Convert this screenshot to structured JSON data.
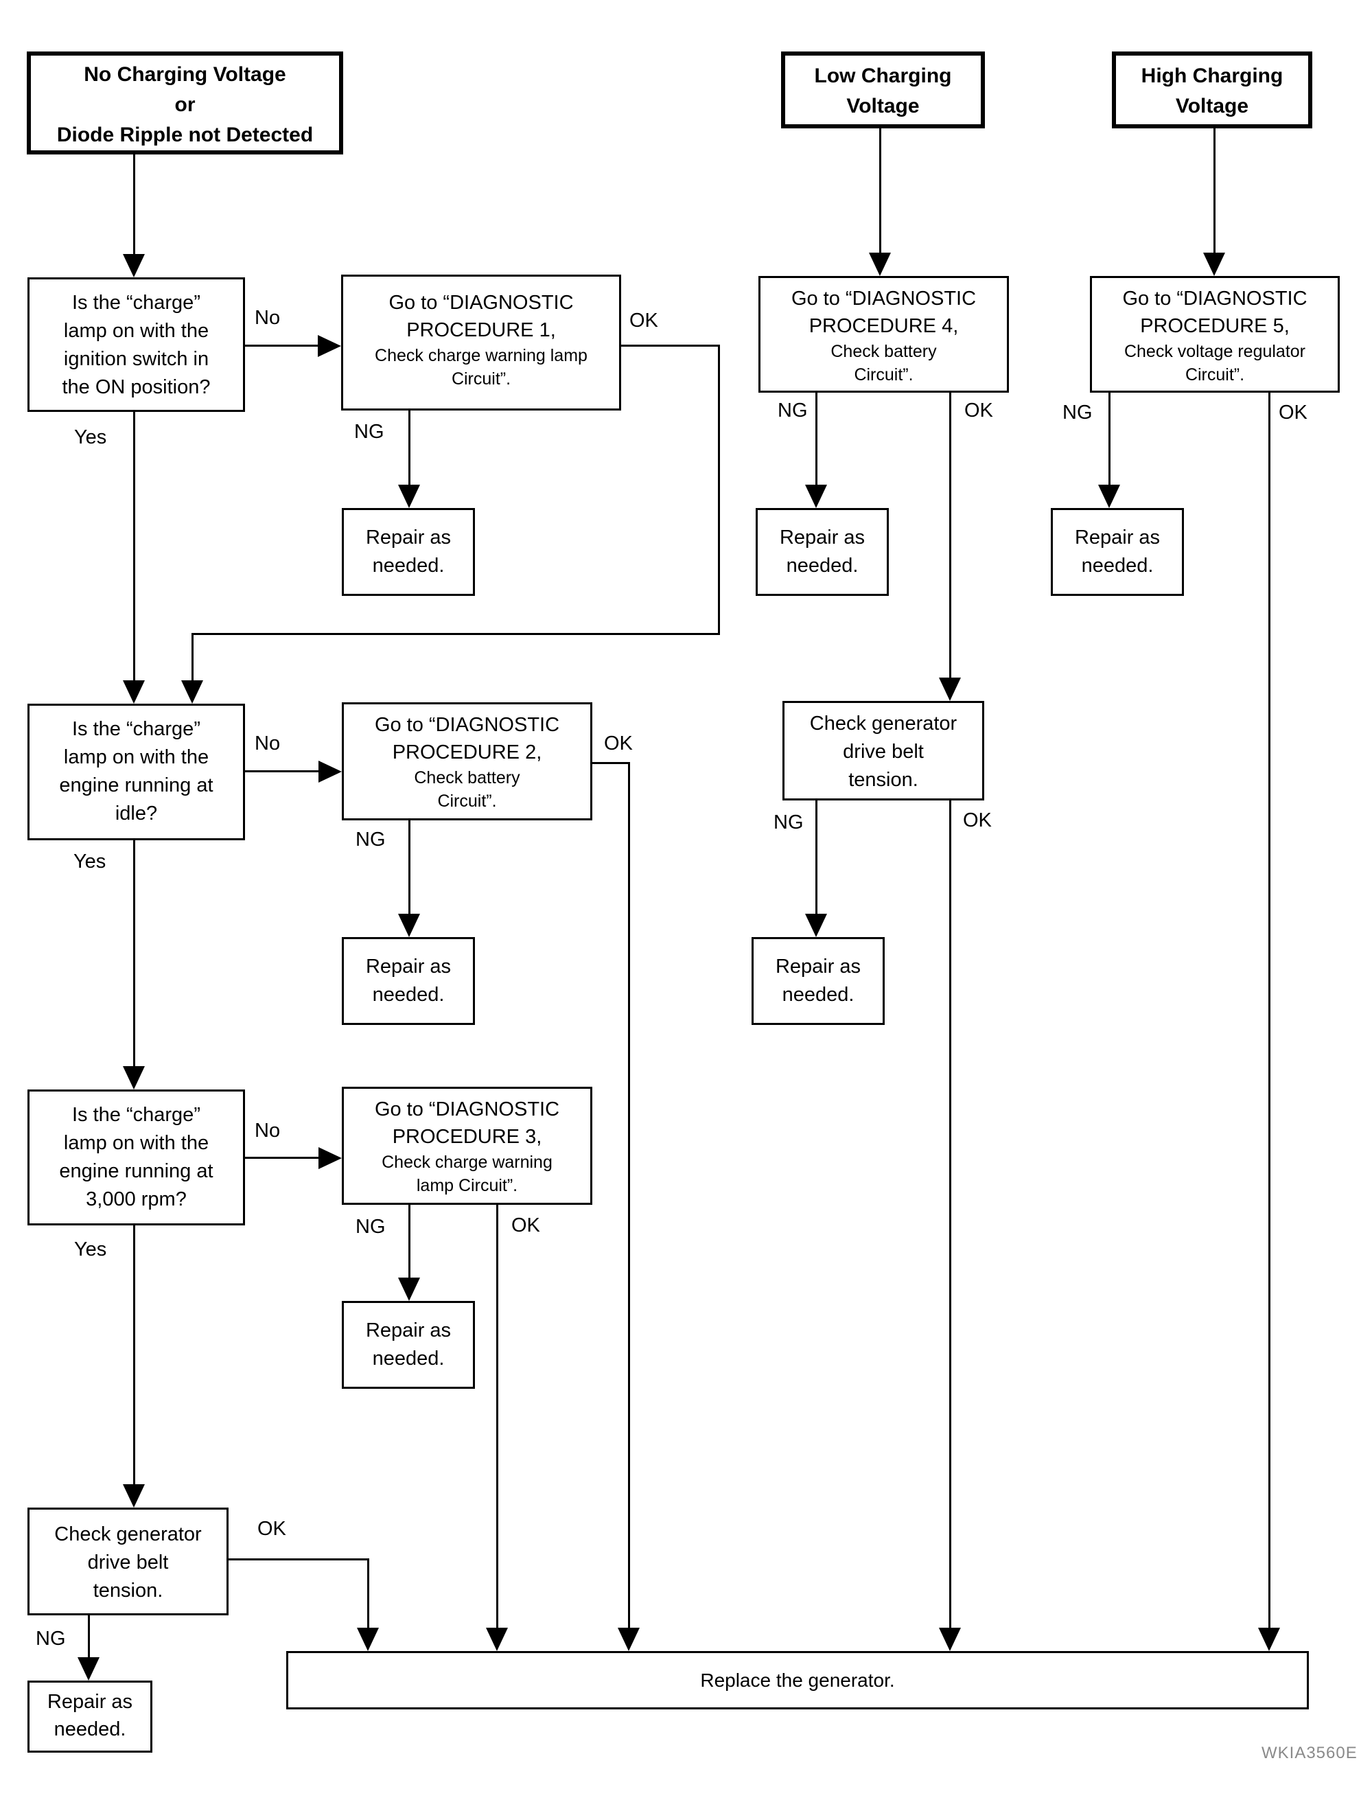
{
  "page": {
    "watermark": "WKIA3560E"
  },
  "labels": {
    "yes": "Yes",
    "no": "No",
    "ng": "NG",
    "ok": "OK"
  },
  "nodes": {
    "no_charging": {
      "lines": [
        "No Charging Voltage",
        "or",
        "Diode Ripple not Detected"
      ]
    },
    "low_charging": {
      "lines": [
        "Low Charging",
        "Voltage"
      ]
    },
    "high_charging": {
      "lines": [
        "High Charging",
        "Voltage"
      ]
    },
    "q_ignition": {
      "lines": [
        "Is the “charge”",
        "lamp on with the",
        "ignition switch in",
        "the ON position?"
      ]
    },
    "q_idle": {
      "lines": [
        "Is the “charge”",
        "lamp on with the",
        "engine running at",
        "idle?"
      ]
    },
    "q_3000rpm": {
      "lines": [
        "Is the “charge”",
        "lamp on with the",
        "engine running at",
        "3,000 rpm?"
      ]
    },
    "proc1": {
      "title": [
        "Go to “DIAGNOSTIC",
        "PROCEDURE 1,"
      ],
      "sub": [
        "Check charge warning lamp",
        "Circuit”."
      ]
    },
    "proc2": {
      "title": [
        "Go to “DIAGNOSTIC",
        "PROCEDURE 2,"
      ],
      "sub": [
        "Check battery",
        "Circuit”."
      ]
    },
    "proc3": {
      "title": [
        "Go to “DIAGNOSTIC",
        "PROCEDURE 3,"
      ],
      "sub": [
        "Check charge warning",
        "lamp Circuit”."
      ]
    },
    "proc4": {
      "title": [
        "Go to “DIAGNOSTIC",
        "PROCEDURE 4,"
      ],
      "sub": [
        "Check battery",
        "Circuit”."
      ]
    },
    "proc5": {
      "title": [
        "Go to “DIAGNOSTIC",
        "PROCEDURE 5,"
      ],
      "sub": [
        "Check voltage regulator",
        "Circuit”."
      ]
    },
    "belt": {
      "lines": [
        "Check generator",
        "drive belt",
        "tension."
      ]
    },
    "repair": {
      "lines": [
        "Repair as",
        "needed."
      ]
    },
    "replace": {
      "text": "Replace the generator."
    }
  }
}
